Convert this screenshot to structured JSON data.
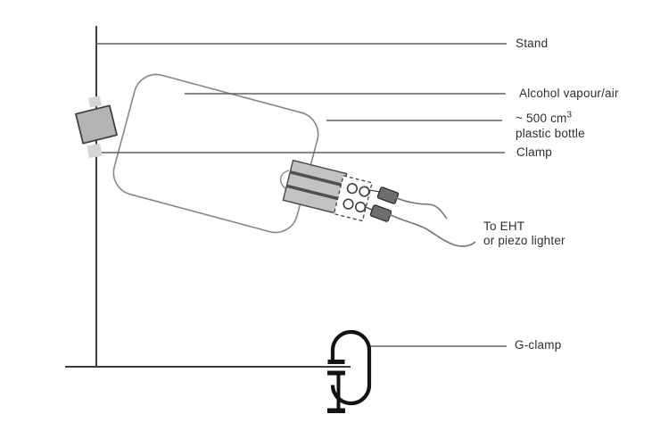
{
  "labels": {
    "stand": "Stand",
    "alcohol_vapour": "Alcohol vapour/air",
    "volume": "~ 500 cm",
    "volume_exponent": "3",
    "plastic_bottle": "plastic bottle",
    "clamp": "Clamp",
    "eht_line1": "To EHT",
    "eht_line2": "or piezo lighter",
    "g_clamp": "G-clamp"
  },
  "colors": {
    "background": "#ffffff",
    "structure_line": "#3d3d3d",
    "leader_line": "#616161",
    "bottle_outline": "#868686",
    "clamp_block_fill": "#b4b4b4",
    "clamp_block_stroke": "#414141",
    "clamp_pad_fill": "#d5d5d5",
    "bung_fill": "#c2c2c2",
    "bung_stroke": "#4f4f4f",
    "connector_fill": "#ffffff",
    "connector_stroke": "#444444",
    "plug_fill": "#6e6e6e",
    "plug_stroke": "#2b2b2b",
    "wire": "#757575",
    "g_clamp_color": "#141414",
    "text": "#2e2e2e"
  }
}
